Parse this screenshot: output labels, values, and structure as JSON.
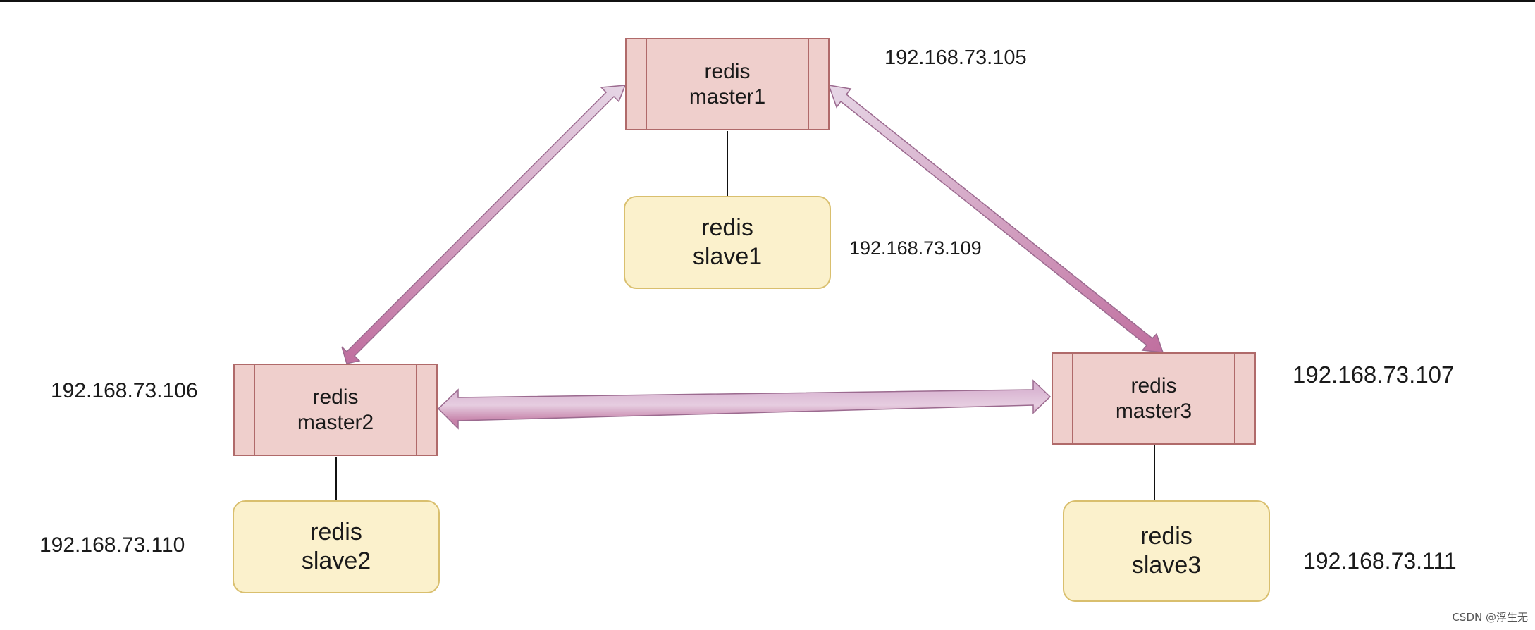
{
  "nodes": {
    "master1": {
      "line1": "redis",
      "line2": "master1",
      "ip": "192.168.73.105"
    },
    "master2": {
      "line1": "redis",
      "line2": "master2",
      "ip": "192.168.73.106"
    },
    "master3": {
      "line1": "redis",
      "line2": "master3",
      "ip": "192.168.73.107"
    },
    "slave1": {
      "line1": "redis",
      "line2": "slave1",
      "ip": "192.168.73.109"
    },
    "slave2": {
      "line1": "redis",
      "line2": "slave2",
      "ip": "192.168.73.110"
    },
    "slave3": {
      "line1": "redis",
      "line2": "slave3",
      "ip": "192.168.73.111"
    }
  },
  "edges": [
    {
      "from": "master1",
      "to": "master2",
      "type": "bidirectional-arrow"
    },
    {
      "from": "master1",
      "to": "master3",
      "type": "bidirectional-arrow"
    },
    {
      "from": "master2",
      "to": "master3",
      "type": "bidirectional-arrow"
    },
    {
      "from": "master1",
      "to": "slave1",
      "type": "line"
    },
    {
      "from": "master2",
      "to": "slave2",
      "type": "line"
    },
    {
      "from": "master3",
      "to": "slave3",
      "type": "line"
    }
  ],
  "colors": {
    "master_fill": "#efcfcc",
    "master_border": "#b06a6a",
    "slave_fill": "#fbf1cc",
    "slave_border": "#d9bf6e",
    "arrow_light": "#e2cfe1",
    "arrow_dark": "#c06f9f"
  },
  "watermark": "CSDN @浮生无"
}
